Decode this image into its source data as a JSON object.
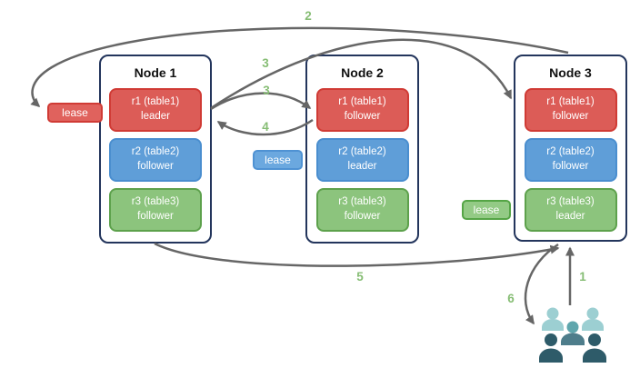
{
  "nodes": [
    {
      "title": "Node 1",
      "replicas": [
        {
          "line1": "r1 (table1)",
          "line2": "leader",
          "color": "red"
        },
        {
          "line1": "r2 (table2)",
          "line2": "follower",
          "color": "blue"
        },
        {
          "line1": "r3 (table3)",
          "line2": "follower",
          "color": "green"
        }
      ]
    },
    {
      "title": "Node 2",
      "replicas": [
        {
          "line1": "r1 (table1)",
          "line2": "follower",
          "color": "red"
        },
        {
          "line1": "r2 (table2)",
          "line2": "leader",
          "color": "blue"
        },
        {
          "line1": "r3 (table3)",
          "line2": "follower",
          "color": "green"
        }
      ]
    },
    {
      "title": "Node 3",
      "replicas": [
        {
          "line1": "r1 (table1)",
          "line2": "follower",
          "color": "red"
        },
        {
          "line1": "r2 (table2)",
          "line2": "follower",
          "color": "blue"
        },
        {
          "line1": "r3 (table3)",
          "line2": "leader",
          "color": "green"
        }
      ]
    }
  ],
  "leases": [
    {
      "label": "lease",
      "color": "red"
    },
    {
      "label": "lease",
      "color": "blue"
    },
    {
      "label": "lease",
      "color": "green"
    }
  ],
  "steps": {
    "one": "1",
    "two": "2",
    "three_a": "3",
    "three_b": "3",
    "four": "4",
    "five": "5",
    "six": "6"
  },
  "icons": {
    "clients": "clients-group-icon"
  },
  "colors": {
    "replica_red": "#dc5c57",
    "replica_red_border": "#d03b35",
    "replica_blue": "#5f9ed8",
    "replica_blue_border": "#4a8ecf",
    "replica_green": "#8cc47d",
    "replica_green_border": "#5da14c",
    "lease_red": "#e0625d",
    "lease_blue": "#6ba8df",
    "lease_green": "#93ca85",
    "node_border": "#23355c",
    "arrow": "#666666",
    "step_label": "#86bd74",
    "clients_light": "#9ccfd2",
    "clients_medium": "#5fa6ad",
    "clients_medium_dark": "#4e7d8b",
    "clients_dark": "#2e5b69"
  }
}
